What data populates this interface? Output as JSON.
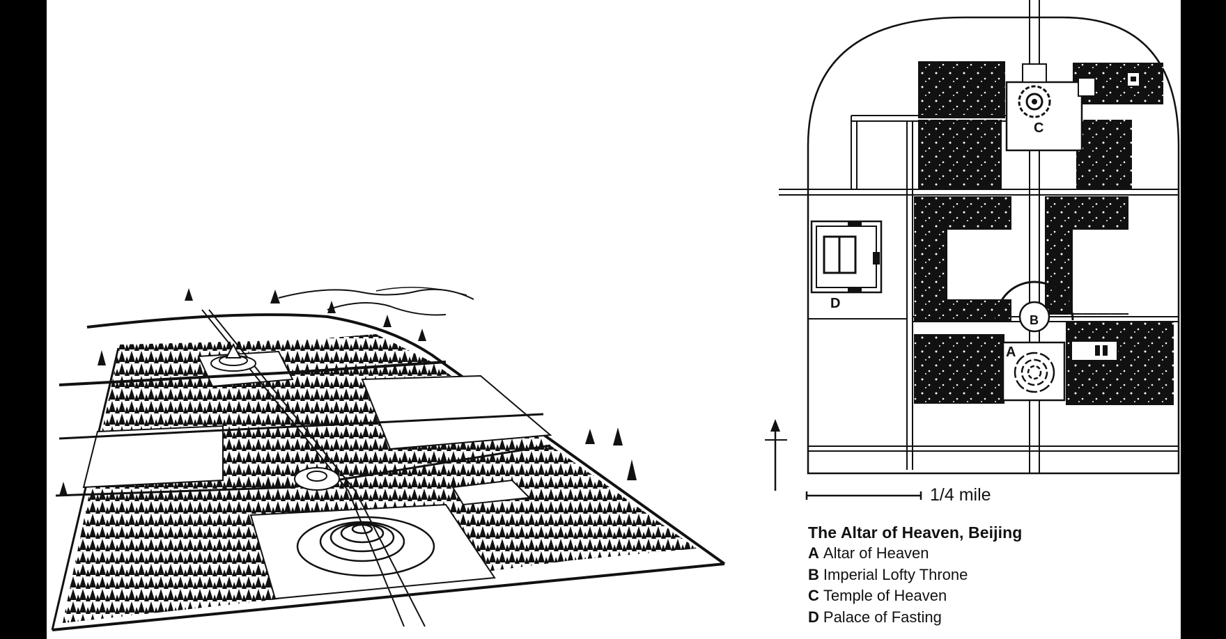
{
  "figure": {
    "title": "The Altar of Heaven, Beijing",
    "legend": [
      {
        "key": "A",
        "label": "Altar of Heaven"
      },
      {
        "key": "B",
        "label": "Imperial Lofty Throne"
      },
      {
        "key": "C",
        "label": "Temple of Heaven"
      },
      {
        "key": "D",
        "label": "Palace of Fasting"
      }
    ],
    "scale_label": "1/4 mile",
    "map_labels": {
      "A": "A",
      "B": "B",
      "C": "C",
      "D": "D"
    },
    "north_arrow": "north-arrow-icon",
    "colors": {
      "ink": "#111111",
      "paper": "#ffffff",
      "frame": "#000000"
    }
  }
}
